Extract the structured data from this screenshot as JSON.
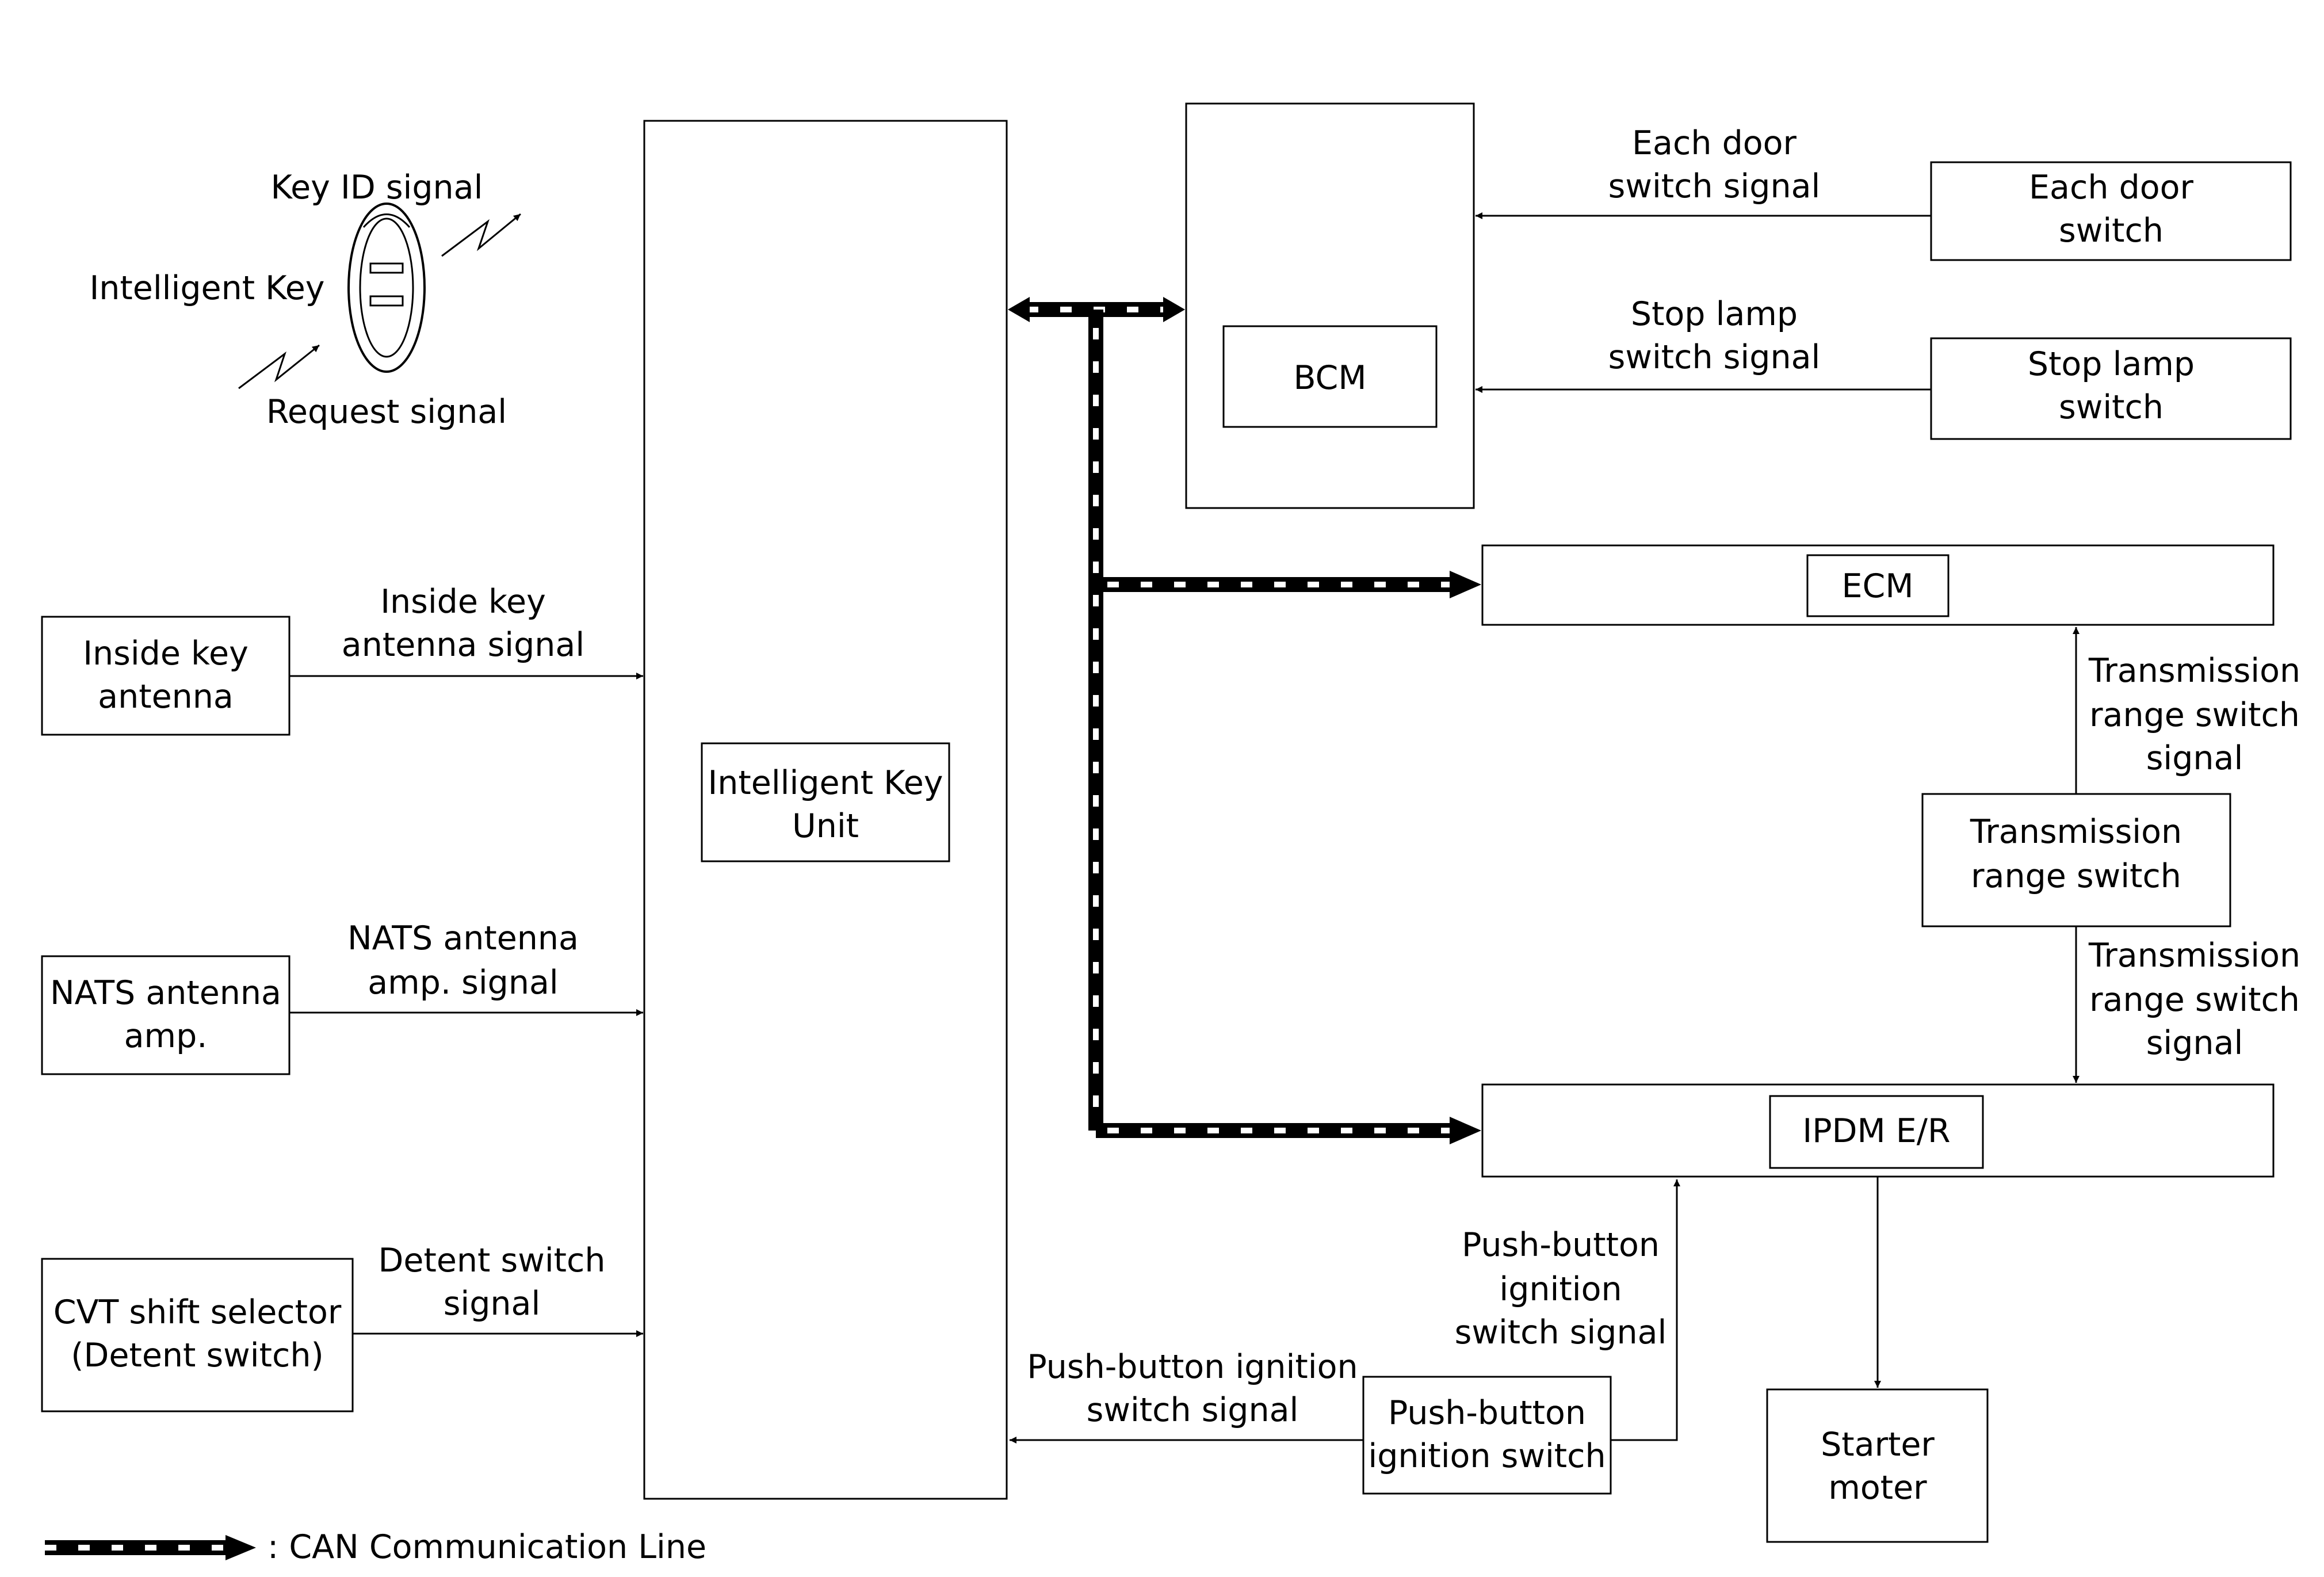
{
  "fob": {
    "key_id_signal": "Key ID signal",
    "intelligent_key": "Intelligent Key",
    "request_signal": "Request signal"
  },
  "units": {
    "intelligent_key_unit": [
      "Intelligent Key",
      "Unit"
    ],
    "bcm": "BCM",
    "ecm": "ECM",
    "ipdm": "IPDM E/R"
  },
  "inputs": {
    "inside_key_antenna": [
      "Inside key",
      "antenna"
    ],
    "inside_key_antenna_signal": [
      "Inside key",
      "antenna signal"
    ],
    "nats_antenna_amp": [
      "NATS antenna",
      "amp."
    ],
    "nats_antenna_amp_signal": [
      "NATS antenna",
      "amp. signal"
    ],
    "cvt_shift_selector": [
      "CVT shift selector",
      "(Detent switch)"
    ],
    "detent_switch_signal": [
      "Detent switch",
      "signal"
    ]
  },
  "bcm_inputs": {
    "each_door_switch": [
      "Each door",
      "switch"
    ],
    "each_door_switch_signal": [
      "Each door",
      "switch signal"
    ],
    "stop_lamp_switch": [
      "Stop lamp",
      "switch"
    ],
    "stop_lamp_switch_signal": [
      "Stop lamp",
      "switch signal"
    ]
  },
  "transmission": {
    "range_switch": [
      "Transmission",
      "range switch"
    ],
    "signal_to_ecm": [
      "Transmission",
      "range switch",
      "signal"
    ],
    "signal_to_ipdm": [
      "Transmission",
      "range switch",
      "signal"
    ]
  },
  "push_button": {
    "switch": [
      "Push-button",
      "ignition switch"
    ],
    "signal_to_unit": [
      "Push-button ignition",
      "switch signal"
    ],
    "signal_to_ipdm": [
      "Push-button",
      "ignition",
      "switch signal"
    ]
  },
  "starter_motor": [
    "Starter",
    "moter"
  ],
  "legend": {
    "can_line": ": CAN Communication Line"
  }
}
